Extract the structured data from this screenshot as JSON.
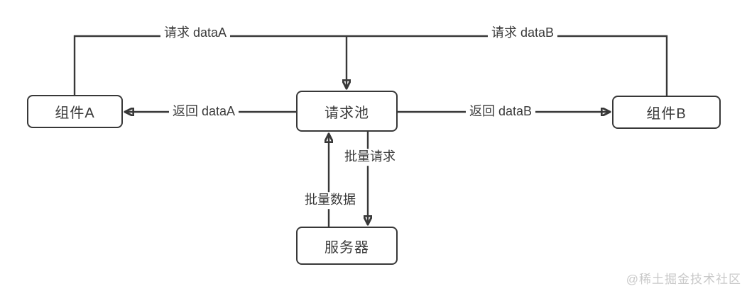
{
  "diagram": {
    "nodes": [
      {
        "id": "component-a",
        "label": "组件A"
      },
      {
        "id": "request-pool",
        "label": "请求池"
      },
      {
        "id": "component-b",
        "label": "组件B"
      },
      {
        "id": "server",
        "label": "服务器"
      }
    ],
    "edges": [
      {
        "id": "request-data-a",
        "label": "请求 dataA",
        "from": "component-a",
        "to": "request-pool"
      },
      {
        "id": "request-data-b",
        "label": "请求 dataB",
        "from": "component-b",
        "to": "request-pool"
      },
      {
        "id": "return-data-a",
        "label": "返回 dataA",
        "from": "request-pool",
        "to": "component-a"
      },
      {
        "id": "return-data-b",
        "label": "返回 dataB",
        "from": "request-pool",
        "to": "component-b"
      },
      {
        "id": "batch-request",
        "label": "批量请求",
        "from": "request-pool",
        "to": "server"
      },
      {
        "id": "batch-data",
        "label": "批量数据",
        "from": "server",
        "to": "request-pool"
      }
    ],
    "colors": {
      "line": "#383838",
      "text": "#3a3a3a",
      "background": "#ffffff",
      "watermark": "#c9c9c9"
    }
  },
  "watermark": {
    "text": "@稀土掘金技术社区"
  }
}
